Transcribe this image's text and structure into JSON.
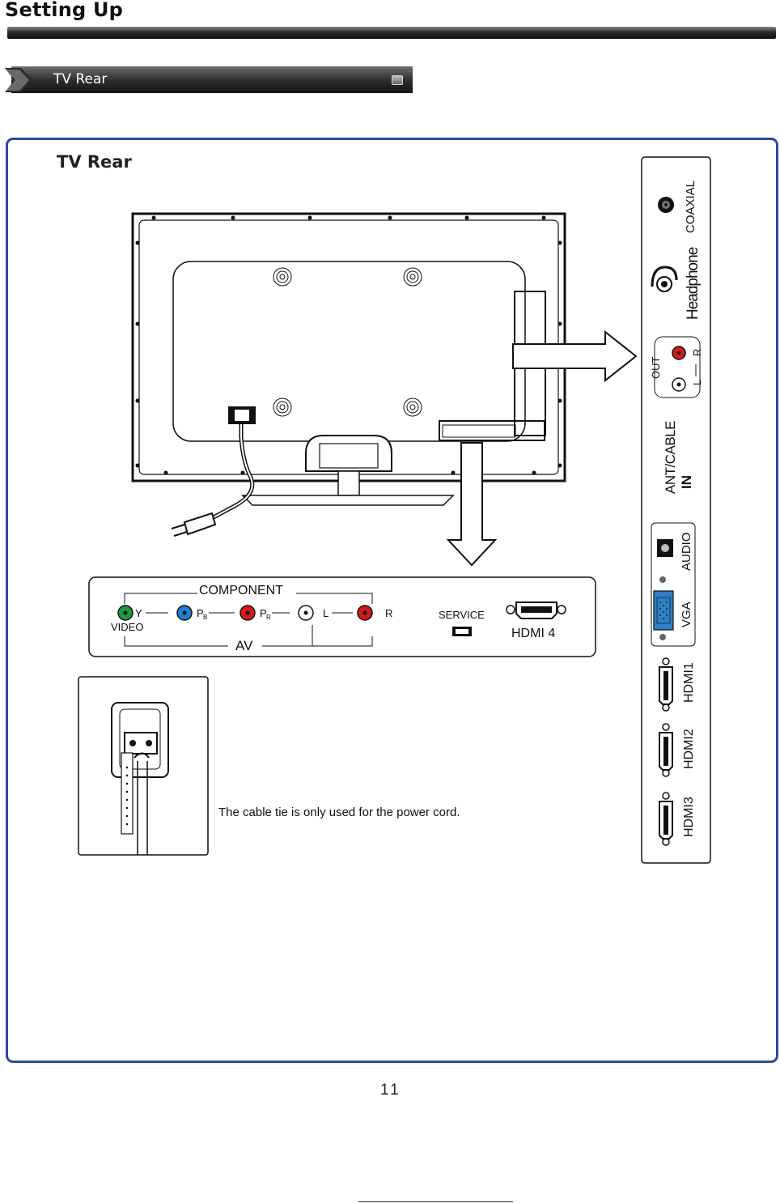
{
  "header": {
    "title": "Setting Up"
  },
  "section": {
    "label": "TV Rear"
  },
  "content": {
    "heading": "TV Rear"
  },
  "rear_panel": {
    "component_label": "COMPONENT",
    "y_label": "Y",
    "pb_label": "P",
    "pb_sub": "B",
    "pr_label": "P",
    "pr_sub": "R",
    "audio_l_label": "L",
    "audio_r_label": "R",
    "video_label": "VIDEO",
    "av_label": "AV",
    "service_label": "SERVICE",
    "hdmi4_label": "HDMI 4"
  },
  "side_panel": {
    "coaxial_label": "COAXIAL",
    "headphone_label": "Headphone",
    "out_label": "OUT",
    "out_l_label": "L",
    "out_r_label": "R",
    "ant_line1": "ANT/CABLE",
    "ant_line2": "IN",
    "audio_label": "AUDIO",
    "vga_label": "VGA",
    "hdmi1_label": "HDMI1",
    "hdmi2_label": "HDMI2",
    "hdmi3_label": "HDMI3"
  },
  "cable_tie": {
    "note": "The cable tie is only used for the power cord."
  },
  "footer": {
    "page_number": "11"
  },
  "colors": {
    "frame_border": "#2e4a9a",
    "jack_green": "#1a9a3c",
    "jack_blue": "#1f7fd0",
    "jack_red": "#d61a1a",
    "vga_blue": "#2f7fc6"
  }
}
